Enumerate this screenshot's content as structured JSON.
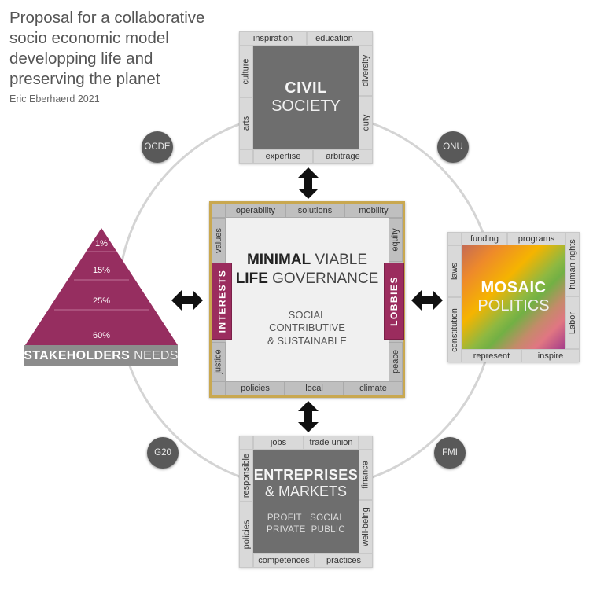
{
  "title": {
    "lines": [
      "Proposal for a collaborative",
      "socio economic model",
      "developping life and",
      "preserving the planet"
    ],
    "author": "Eric Eberhaerd 2021"
  },
  "nodes": {
    "ocde": "OCDE",
    "onu": "ONU",
    "g20": "G20",
    "fmi": "FMI"
  },
  "civil_society": {
    "title_bold": "CIVIL",
    "title_light": "SOCIETY",
    "top": [
      "inspiration",
      "education"
    ],
    "bottom": [
      "expertise",
      "arbitrage"
    ],
    "left": [
      "culture",
      "arts"
    ],
    "right": [
      "diversity",
      "duty"
    ]
  },
  "governance": {
    "line1_bold": "MINIMAL",
    "line1_light": "VIABLE",
    "line2_bold": "LIFE",
    "line2_light": "GOVERNANCE",
    "subtitle": [
      "SOCIAL",
      "CONTRIBUTIVE",
      "& SUSTAINABLE"
    ],
    "top": [
      "operability",
      "solutions",
      "mobility"
    ],
    "bottom": [
      "policies",
      "local",
      "climate"
    ],
    "left": [
      "values",
      "justice"
    ],
    "right": [
      "equity",
      "peace"
    ],
    "left_tab": "INTERESTS",
    "right_tab": "LOBBIES",
    "border_color": "#c9a850",
    "tab_color": "#9b2c5e"
  },
  "mosaic_politics": {
    "title_bold": "MOSAIC",
    "title_light": "POLITICS",
    "top": [
      "funding",
      "programs"
    ],
    "bottom": [
      "represent",
      "inspire"
    ],
    "left": [
      "laws",
      "constitution"
    ],
    "right": [
      "human rights",
      "Labor"
    ]
  },
  "entreprises": {
    "title_bold": "ENTREPRISES",
    "title_light": "& MARKETS",
    "sub_line1": "PROFIT   SOCIAL",
    "sub_line2": "PRIVATE  PUBLIC",
    "top": [
      "jobs",
      "trade union"
    ],
    "bottom": [
      "competences",
      "practices"
    ],
    "left": [
      "responsible",
      "policies"
    ],
    "right": [
      "finance",
      "well-being"
    ]
  },
  "stakeholders": {
    "levels": [
      "1%",
      "15%",
      "25%",
      "60%"
    ],
    "label_bold": "STAKEHOLDERS",
    "label_light": "NEEDS",
    "color": "#962e60"
  }
}
